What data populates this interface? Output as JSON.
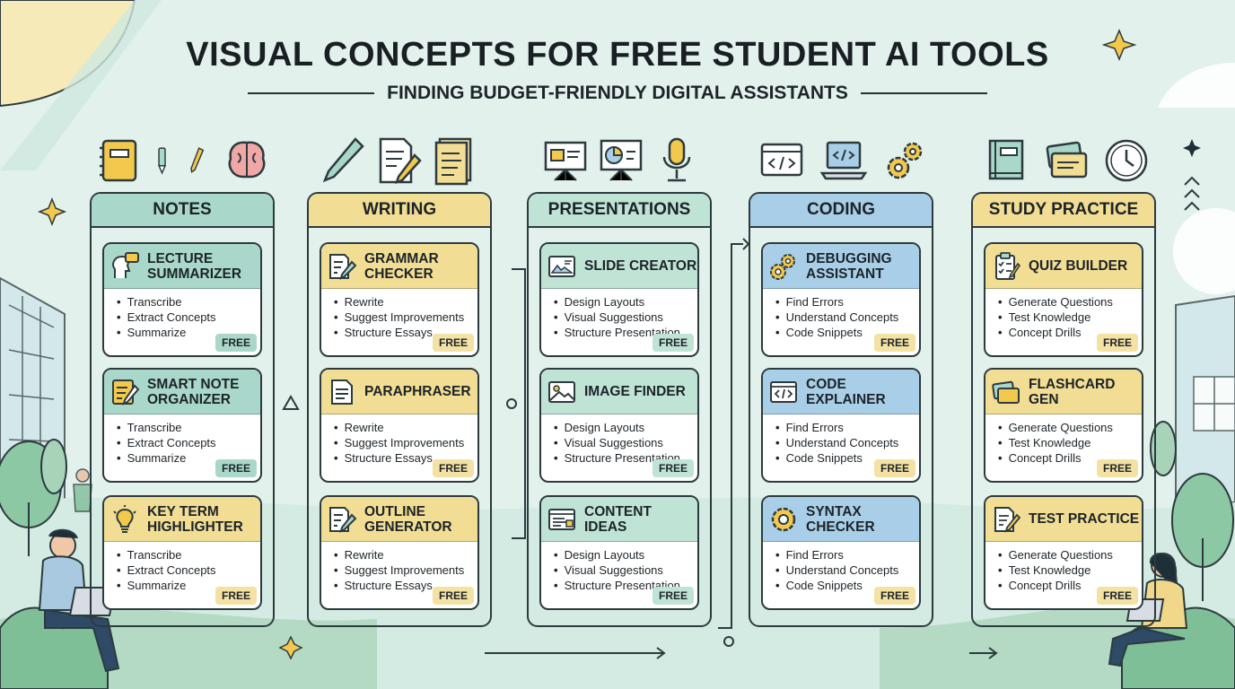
{
  "header": {
    "title": "VISUAL CONCEPTS FOR FREE STUDENT AI TOOLS",
    "subtitle": "FINDING BUDGET-FRIENDLY DIGITAL ASSISTANTS"
  },
  "colors": {
    "notes": "#a9d8ca",
    "writing": "#f2dd94",
    "presentations": "#bfe3d5",
    "coding": "#a9cfe8",
    "study": "#f2dd94",
    "badge": "#f3e2a4"
  },
  "columns": [
    {
      "label": "NOTES",
      "cards": [
        {
          "title": "LECTURE SUMMARIZER",
          "icon": "head-speech-icon",
          "features": [
            "Transcribe",
            "Extract Concepts",
            "Summarize"
          ],
          "badge": "FREE"
        },
        {
          "title": "SMART NOTE ORGANIZER",
          "icon": "notepad-pencil-icon",
          "features": [
            "Transcribe",
            "Extract Concepts",
            "Summarize"
          ],
          "badge": "FREE"
        },
        {
          "title": "KEY TERM HIGHLIGHTER",
          "icon": "lightbulb-icon",
          "features": [
            "Transcribe",
            "Extract Concepts",
            "Summarize"
          ],
          "badge": "FREE"
        }
      ]
    },
    {
      "label": "WRITING",
      "cards": [
        {
          "title": "GRAMMAR CHECKER",
          "icon": "document-pen-icon",
          "features": [
            "Rewrite",
            "Suggest Improvements",
            "Structure Essays"
          ],
          "badge": "FREE"
        },
        {
          "title": "PARAPHRASER",
          "icon": "document-icon",
          "features": [
            "Rewrite",
            "Suggest Improvements",
            "Structure Essays"
          ],
          "badge": "FREE"
        },
        {
          "title": "OUTLINE GENERATOR",
          "icon": "document-pen-icon",
          "features": [
            "Rewrite",
            "Suggest Improvements",
            "Structure Essays"
          ],
          "badge": "FREE"
        }
      ]
    },
    {
      "label": "PRESENTATIONS",
      "cards": [
        {
          "title": "SLIDE CREATOR",
          "icon": "slide-icon",
          "features": [
            "Design Layouts",
            "Visual Suggestions",
            "Structure Presentation"
          ],
          "badge": "FREE"
        },
        {
          "title": "IMAGE FINDER",
          "icon": "image-icon",
          "features": [
            "Design Layouts",
            "Visual Suggestions",
            "Structure Presentation"
          ],
          "badge": "FREE"
        },
        {
          "title": "CONTENT IDEAS",
          "icon": "browser-window-icon",
          "features": [
            "Design Layouts",
            "Visual Suggestions",
            "Structure Presentation"
          ],
          "badge": "FREE"
        }
      ]
    },
    {
      "label": "CODING",
      "cards": [
        {
          "title": "DEBUGGING ASSISTANT",
          "icon": "gears-icon",
          "features": [
            "Find Errors",
            "Understand Concepts",
            "Code Snippets"
          ],
          "badge": "FREE"
        },
        {
          "title": "CODE EXPLAINER",
          "icon": "code-window-icon",
          "features": [
            "Find Errors",
            "Understand Concepts",
            "Code Snippets"
          ],
          "badge": "FREE"
        },
        {
          "title": "SYNTAX CHECKER",
          "icon": "gear-icon",
          "features": [
            "Find Errors",
            "Understand Concepts",
            "Code Snippets"
          ],
          "badge": "FREE"
        }
      ]
    },
    {
      "label": "STUDY PRACTICE",
      "cards": [
        {
          "title": "QUIZ BUILDER",
          "icon": "checklist-icon",
          "features": [
            "Generate Questions",
            "Test Knowledge",
            "Concept Drills"
          ],
          "badge": "FREE"
        },
        {
          "title": "FLASHCARD GEN",
          "icon": "flashcards-icon",
          "features": [
            "Generate Questions",
            "Test Knowledge",
            "Concept Drills"
          ],
          "badge": "FREE"
        },
        {
          "title": "TEST PRACTICE",
          "icon": "test-paper-icon",
          "features": [
            "Generate Questions",
            "Test Knowledge",
            "Concept Drills"
          ],
          "badge": "FREE"
        }
      ]
    }
  ],
  "top_icons": [
    [
      "notebook-icon",
      "pen-icon",
      "pencil-icon",
      "brain-icon"
    ],
    [
      "pen-icon",
      "document-pen-icon",
      "document-icon"
    ],
    [
      "presentation-board-icon",
      "chart-board-icon",
      "microphone-icon"
    ],
    [
      "code-window-icon",
      "laptop-code-icon",
      "gears-icon"
    ],
    [
      "book-icon",
      "flashcards-icon",
      "clock-icon"
    ]
  ]
}
